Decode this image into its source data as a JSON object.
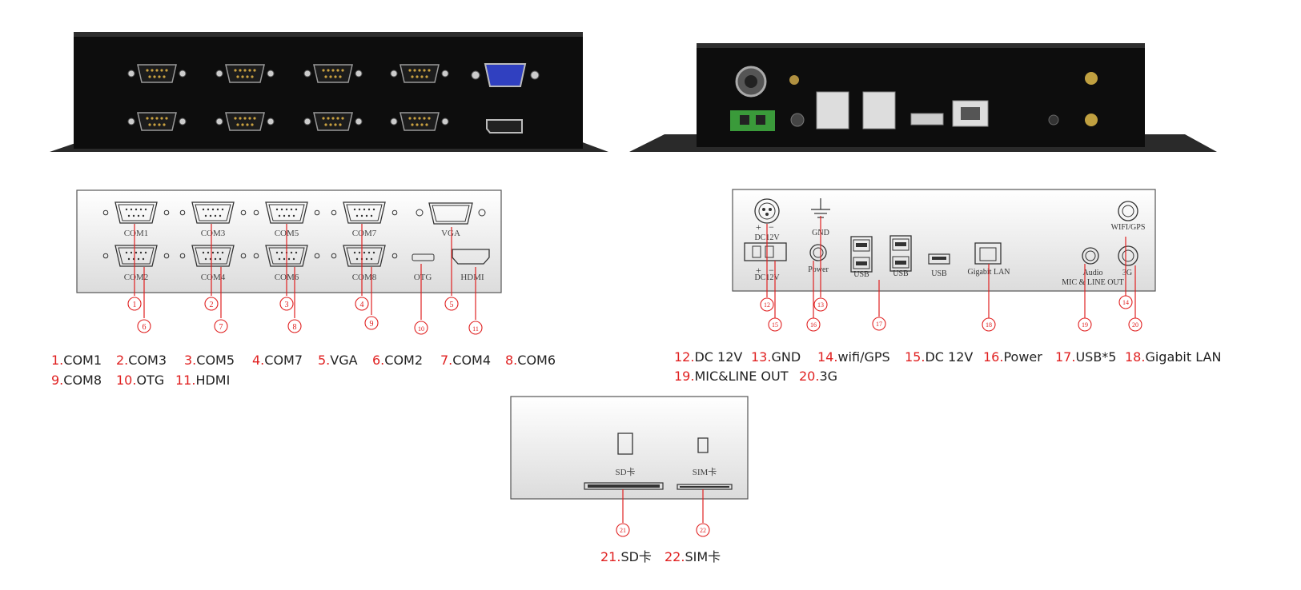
{
  "front_panel": {
    "port_labels": [
      "COM1",
      "COM3",
      "COM5",
      "COM7",
      "VGA",
      "COM2",
      "COM4",
      "COM6",
      "COM8",
      "OTG",
      "HDMI"
    ],
    "callouts": [
      "1",
      "2",
      "3",
      "4",
      "5",
      "6",
      "7",
      "8",
      "9",
      "10",
      "11"
    ]
  },
  "rear_panel": {
    "port_labels": [
      "DC12V",
      "GND",
      "DC12V",
      "Power",
      "USB",
      "USB",
      "USB",
      "Gigabit LAN",
      "WIFI/GPS",
      "Audio",
      "MIC & LINE OUT",
      "3G"
    ],
    "callouts": [
      "12",
      "13",
      "14",
      "15",
      "16",
      "17",
      "18",
      "19",
      "20"
    ]
  },
  "card_panel": {
    "port_labels": [
      "SD卡",
      "SIM卡"
    ],
    "callouts": [
      "21",
      "22"
    ]
  },
  "legend_front": [
    {
      "num": "1.",
      "text": "COM1"
    },
    {
      "num": "2.",
      "text": "COM3"
    },
    {
      "num": "3.",
      "text": "COM5"
    },
    {
      "num": "4.",
      "text": "COM7"
    },
    {
      "num": "5.",
      "text": "VGA"
    },
    {
      "num": "6.",
      "text": "COM2"
    },
    {
      "num": "7.",
      "text": "COM4"
    },
    {
      "num": "8.",
      "text": "COM6"
    },
    {
      "num": "9.",
      "text": "COM8"
    },
    {
      "num": "10.",
      "text": "OTG"
    },
    {
      "num": "11.",
      "text": "HDMI"
    }
  ],
  "legend_rear": [
    {
      "num": "12.",
      "text": "DC 12V"
    },
    {
      "num": "13.",
      "text": "GND"
    },
    {
      "num": "14.",
      "text": "wifi/GPS"
    },
    {
      "num": "15.",
      "text": "DC 12V"
    },
    {
      "num": "16.",
      "text": "Power"
    },
    {
      "num": "17.",
      "text": "USB*5"
    },
    {
      "num": "18.",
      "text": "Gigabit LAN"
    },
    {
      "num": "19.",
      "text": "MIC&LINE OUT"
    },
    {
      "num": "20.",
      "text": "3G"
    }
  ],
  "legend_card": [
    {
      "num": "21.",
      "text": "SD卡"
    },
    {
      "num": "22.",
      "text": "SIM卡"
    }
  ],
  "colors": {
    "callout": "#e02020",
    "device_body": "#111111",
    "panel_fill": "#f2f2f2"
  }
}
